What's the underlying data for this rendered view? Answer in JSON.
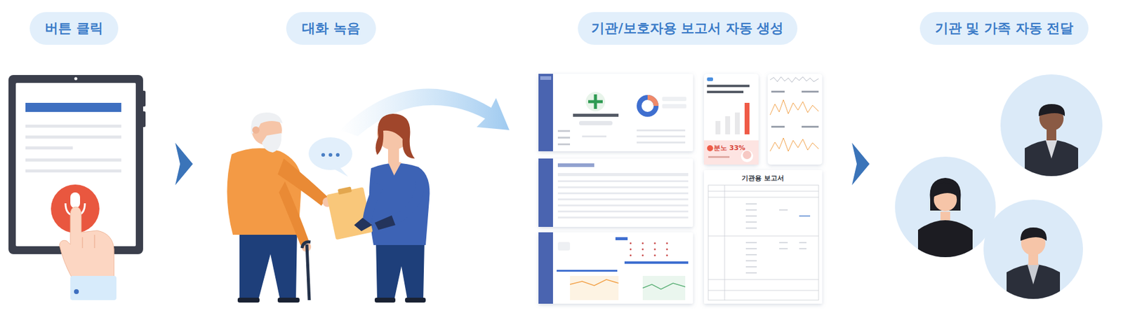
{
  "diagram": {
    "nodes": [
      {
        "text": [
          "버튼 클릭"
        ]
      },
      {
        "text": [
          "대화 녹음"
        ]
      },
      {
        "text": [
          "기관/보호자용 보고서 자동 생성"
        ]
      },
      {
        "text": [
          "기관 및 가족 자동 전달"
        ]
      }
    ],
    "labels": [
      "분노 33%",
      "기관용 보고서"
    ]
  }
}
